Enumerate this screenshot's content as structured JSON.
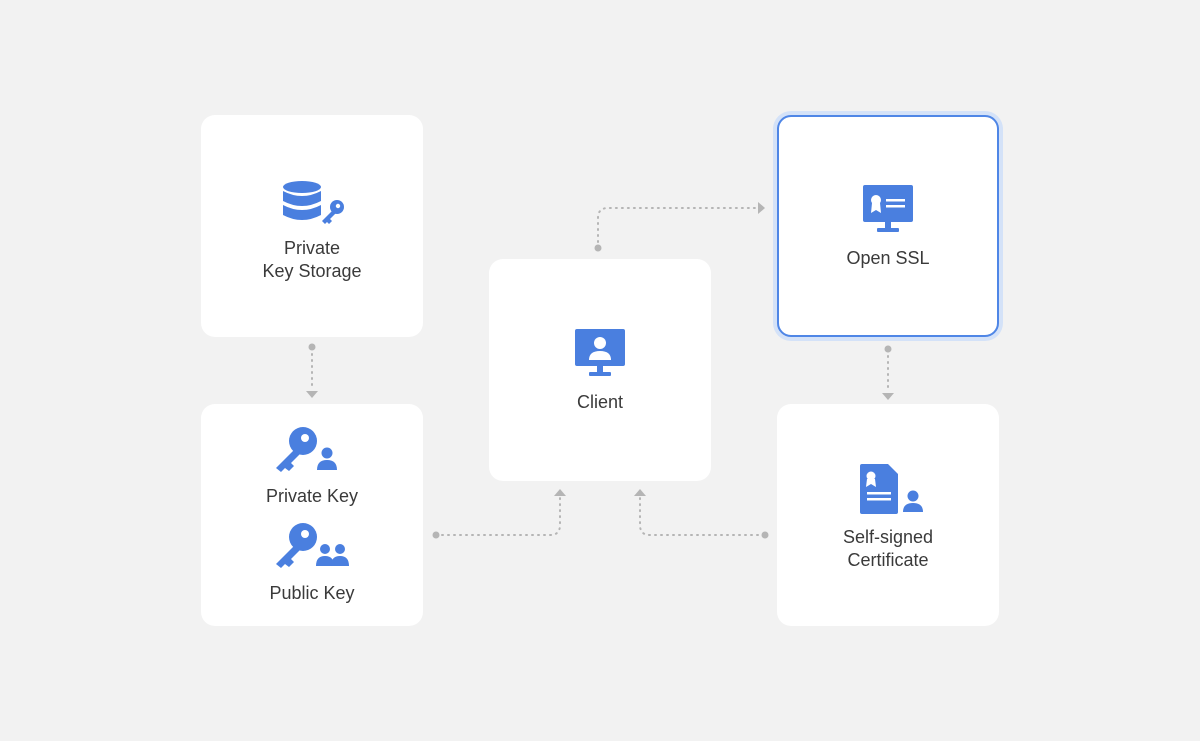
{
  "diagram": {
    "nodes": {
      "private_key_storage": {
        "lines": [
          "Private",
          "Key Storage"
        ],
        "icon": "database-key-icon"
      },
      "keys": {
        "private_key": {
          "label": "Private Key",
          "icon": "key-user-icon"
        },
        "public_key": {
          "label": "Public Key",
          "icon": "key-users-icon"
        }
      },
      "client": {
        "label": "Client",
        "icon": "monitor-user-icon"
      },
      "open_ssl": {
        "label": "Open SSL",
        "icon": "monitor-certificate-icon",
        "highlighted": true
      },
      "self_signed_certificate": {
        "lines": [
          "Self-signed",
          "Certificate"
        ],
        "icon": "document-certificate-icon"
      }
    },
    "edges": [
      {
        "from": "Private Key Storage",
        "to": "Private Key / Public Key"
      },
      {
        "from": "Private Key / Public Key",
        "to": "Client"
      },
      {
        "from": "Client",
        "to": "Open SSL"
      },
      {
        "from": "Open SSL",
        "to": "Self-signed Certificate"
      },
      {
        "from": "Self-signed Certificate",
        "to": "Client"
      }
    ],
    "colors": {
      "accent": "#4a7fdf",
      "connector": "#b5b5b5",
      "card": "#ffffff",
      "background": "#f2f2f2",
      "highlight_border": "#4f86e6"
    }
  }
}
